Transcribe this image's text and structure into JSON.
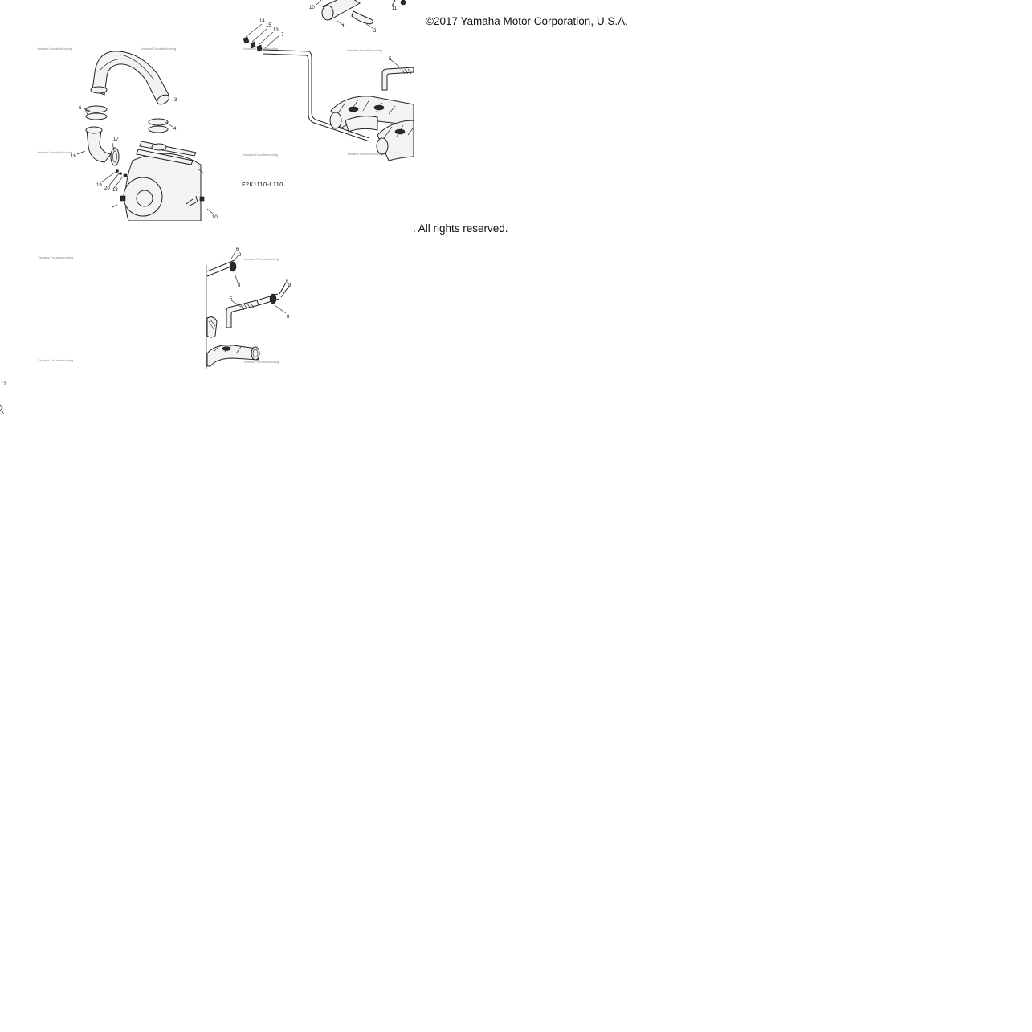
{
  "copyright": "©2017 Yamaha Motor Corporation, U.S.A.",
  "rights": ". All rights reserved.",
  "diagram_code": "F2K1110-L110",
  "watermark": "Yamaha Troubleshooting",
  "callouts_a": [
    "1",
    "2",
    "3",
    "4",
    "4",
    "5",
    "6",
    "7",
    "10",
    "10",
    "11",
    "13",
    "14",
    "15",
    "16",
    "17",
    "18",
    "19",
    "20"
  ],
  "callouts_b": [
    "5",
    "6",
    "6",
    "8",
    "8",
    "9",
    "9"
  ],
  "callout_c": "12"
}
